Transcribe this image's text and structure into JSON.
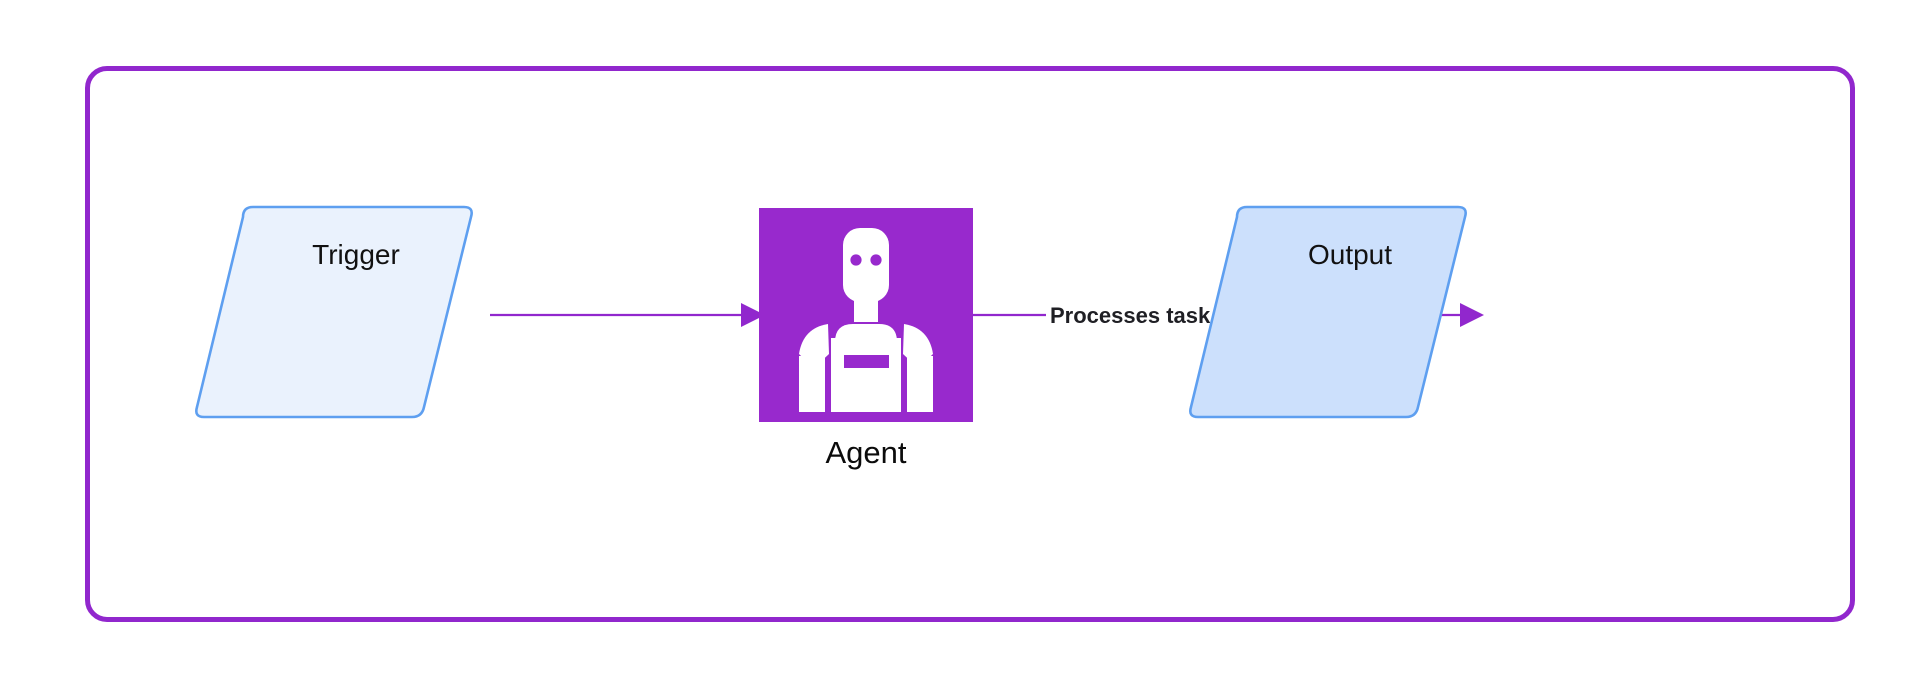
{
  "diagram": {
    "type": "flowchart",
    "direction": "left-to-right",
    "container": {
      "name": "agent-subgraph",
      "border_color": "#9127cd",
      "background": "#ffffff",
      "label": ""
    },
    "nodes": [
      {
        "id": "trigger",
        "label": "Trigger",
        "shape": "parallelogram",
        "fill": "#eaf2fd",
        "stroke": "#5e9ff0",
        "text_color": "#111111"
      },
      {
        "id": "agent",
        "label": "Agent",
        "shape": "image",
        "icon": "robot-icon",
        "fill": "#9829cd",
        "icon_color": "#ffffff",
        "text_color": "#0b0b0b"
      },
      {
        "id": "output",
        "label": "Output",
        "shape": "parallelogram",
        "fill": "#cce0fc",
        "stroke": "#5e9ff0",
        "text_color": "#111111"
      }
    ],
    "edges": [
      {
        "id": "edge-trigger-agent",
        "from": "trigger",
        "to": "agent",
        "label": "",
        "color": "#9127cd",
        "arrowhead": "filled-triangle"
      },
      {
        "id": "edge-agent-output",
        "from": "agent",
        "to": "output",
        "label": "Processes task",
        "color": "#9127cd",
        "arrowhead": "filled-triangle"
      }
    ]
  }
}
